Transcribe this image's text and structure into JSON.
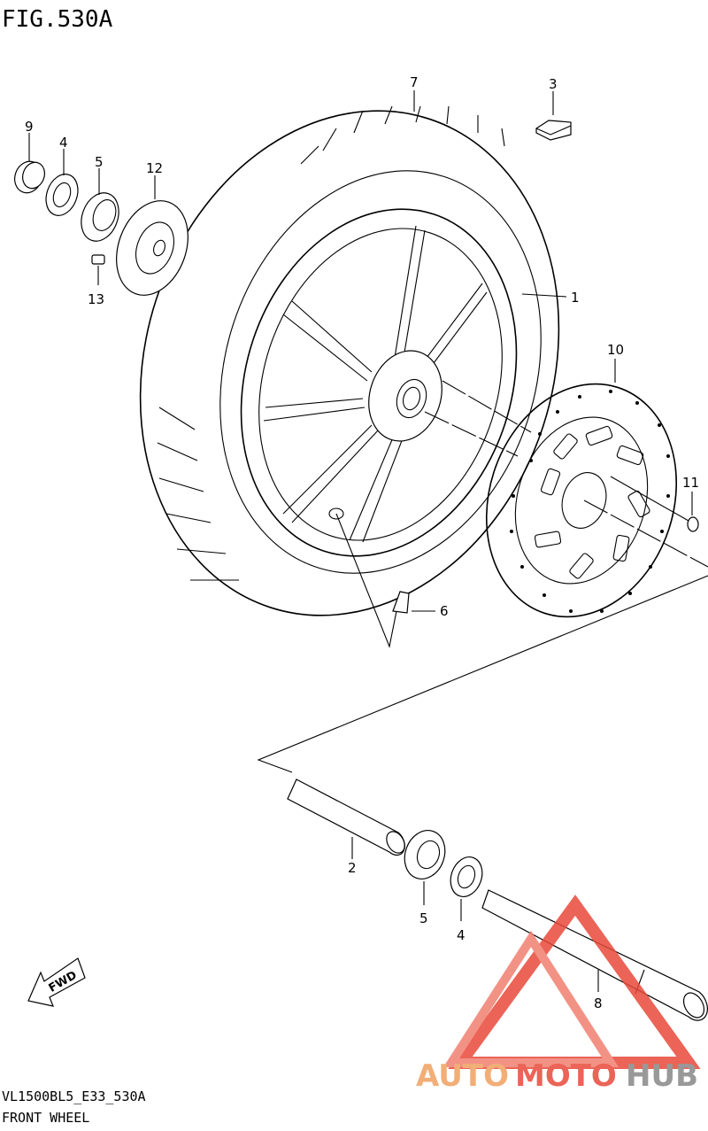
{
  "figure": {
    "title": "FIG.530A",
    "footer_code": "VL1500BL5_E33_530A",
    "footer_name": "FRONT WHEEL"
  },
  "callouts": [
    "1",
    "2",
    "3",
    "4",
    "4",
    "5",
    "5",
    "6",
    "7",
    "8",
    "9",
    "10",
    "11",
    "12",
    "13"
  ],
  "fwd_label": "FWD",
  "watermark": {
    "part1": "AUTO",
    "part2": "MOTO",
    "part3": "HUB",
    "color_primary": "#f0a060",
    "color_secondary": "#e84a3a",
    "color_tertiary": "#888888"
  }
}
